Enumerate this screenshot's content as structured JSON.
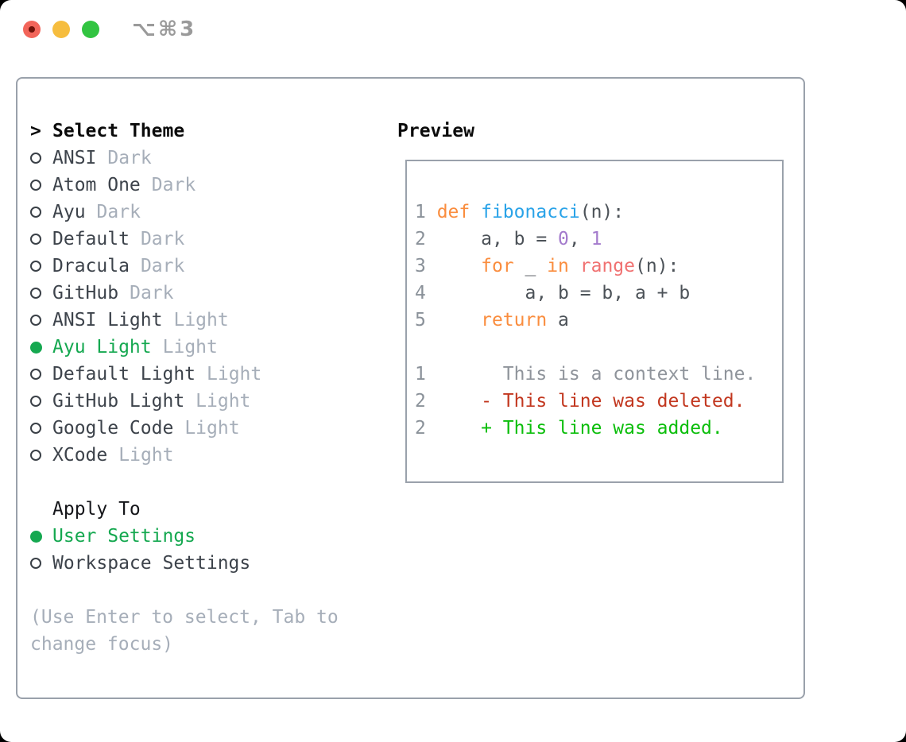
{
  "titlebar": {
    "shortcut": "⌥⌘3",
    "traffic_lights": {
      "close": "#F2655A",
      "close_dot": "#701209",
      "minimize": "#F6BD3E",
      "zoom": "#32C441"
    }
  },
  "theme_panel": {
    "header": {
      "prefix": ">",
      "label": "Select Theme"
    },
    "themes": [
      {
        "name": "ANSI",
        "variant": "Dark",
        "selected": false
      },
      {
        "name": "Atom One",
        "variant": "Dark",
        "selected": false
      },
      {
        "name": "Ayu",
        "variant": "Dark",
        "selected": false
      },
      {
        "name": "Default",
        "variant": "Dark",
        "selected": false
      },
      {
        "name": "Dracula",
        "variant": "Dark",
        "selected": false
      },
      {
        "name": "GitHub",
        "variant": "Dark",
        "selected": false
      },
      {
        "name": "ANSI Light",
        "variant": "Light",
        "selected": false
      },
      {
        "name": "Ayu Light",
        "variant": "Light",
        "selected": true
      },
      {
        "name": "Default Light",
        "variant": "Light",
        "selected": false
      },
      {
        "name": "GitHub Light",
        "variant": "Light",
        "selected": false
      },
      {
        "name": "Google Code",
        "variant": "Light",
        "selected": false
      },
      {
        "name": "XCode",
        "variant": "Light",
        "selected": false
      }
    ],
    "apply_to": {
      "label": "Apply To",
      "options": [
        {
          "label": "User Settings",
          "selected": true
        },
        {
          "label": "Workspace Settings",
          "selected": false
        }
      ]
    },
    "hint_lines": [
      "(Use Enter to select, Tab to",
      "change focus)"
    ],
    "colors": {
      "selected_green": "#15A850",
      "item_text": "#3D434B",
      "muted": "#A6AEB9",
      "header_text": "#0B0B0B"
    }
  },
  "preview": {
    "label": "Preview",
    "palette": {
      "gutter": "#8A9199",
      "plain": "#4C5258",
      "keyword": "#FA8D3E",
      "function": "#2AA3E8",
      "builtin": "#F07171",
      "number": "#A37ACC",
      "context": "#8F949B",
      "deleted": "#C2371F",
      "added": "#0BBE0B"
    },
    "lines": [
      {
        "tokens": [
          {
            "t": "1 ",
            "c": "gutter"
          },
          {
            "t": "def",
            "c": "keyword"
          },
          {
            "t": " ",
            "c": "plain"
          },
          {
            "t": "fibonacci",
            "c": "function"
          },
          {
            "t": "(n):",
            "c": "plain"
          }
        ]
      },
      {
        "tokens": [
          {
            "t": "2",
            "c": "gutter"
          },
          {
            "t": "     a, b = ",
            "c": "plain"
          },
          {
            "t": "0",
            "c": "number"
          },
          {
            "t": ", ",
            "c": "plain"
          },
          {
            "t": "1",
            "c": "number"
          }
        ]
      },
      {
        "tokens": [
          {
            "t": "3",
            "c": "gutter"
          },
          {
            "t": "     ",
            "c": "plain"
          },
          {
            "t": "for",
            "c": "keyword"
          },
          {
            "t": " _ ",
            "c": "plain"
          },
          {
            "t": "in",
            "c": "keyword"
          },
          {
            "t": " ",
            "c": "plain"
          },
          {
            "t": "range",
            "c": "builtin"
          },
          {
            "t": "(n):",
            "c": "plain"
          }
        ]
      },
      {
        "tokens": [
          {
            "t": "4",
            "c": "gutter"
          },
          {
            "t": "         a, b = b, a + b",
            "c": "plain"
          }
        ]
      },
      {
        "tokens": [
          {
            "t": "5",
            "c": "gutter"
          },
          {
            "t": "     ",
            "c": "plain"
          },
          {
            "t": "return",
            "c": "keyword"
          },
          {
            "t": " a",
            "c": "plain"
          }
        ]
      },
      {
        "tokens": []
      },
      {
        "tokens": [
          {
            "t": "1",
            "c": "gutter"
          },
          {
            "t": "       This is a context line.",
            "c": "context"
          }
        ]
      },
      {
        "tokens": [
          {
            "t": "2",
            "c": "gutter"
          },
          {
            "t": "     ",
            "c": "plain"
          },
          {
            "t": "- This line was deleted.",
            "c": "deleted"
          }
        ]
      },
      {
        "tokens": [
          {
            "t": "2",
            "c": "gutter"
          },
          {
            "t": "     ",
            "c": "plain"
          },
          {
            "t": "+ This line was added.",
            "c": "added"
          }
        ]
      }
    ]
  }
}
